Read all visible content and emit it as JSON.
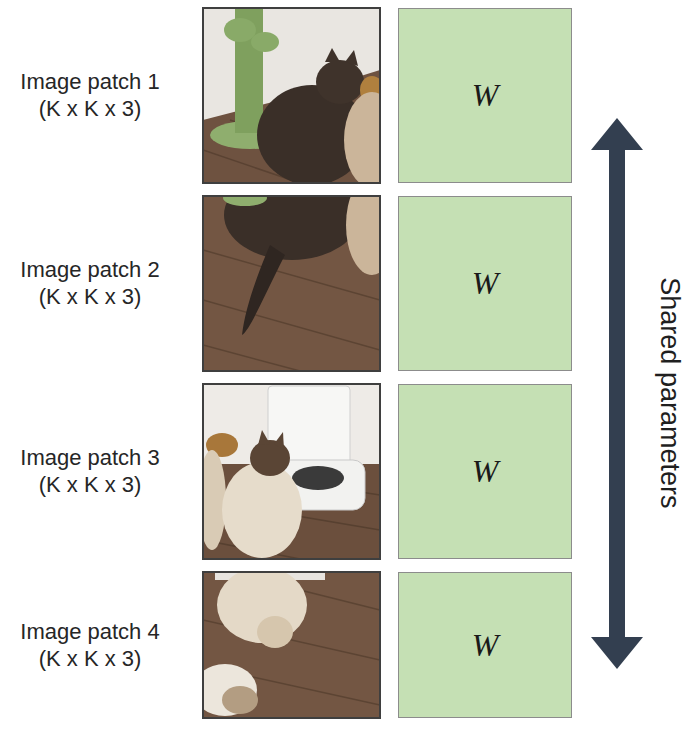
{
  "diagram": {
    "nodes": [
      {
        "text": [
          "W"
        ]
      },
      {
        "text": [
          "W"
        ]
      },
      {
        "text": [
          "W"
        ]
      },
      {
        "text": [
          "W"
        ]
      }
    ],
    "labels": [
      "Image patch 1 (K x K x 3)",
      "Image patch 2 (K x K x 3)",
      "Image patch 3 (K x K x 3)",
      "Image patch 4 (K x K x 3)",
      "Shared parameters"
    ]
  }
}
